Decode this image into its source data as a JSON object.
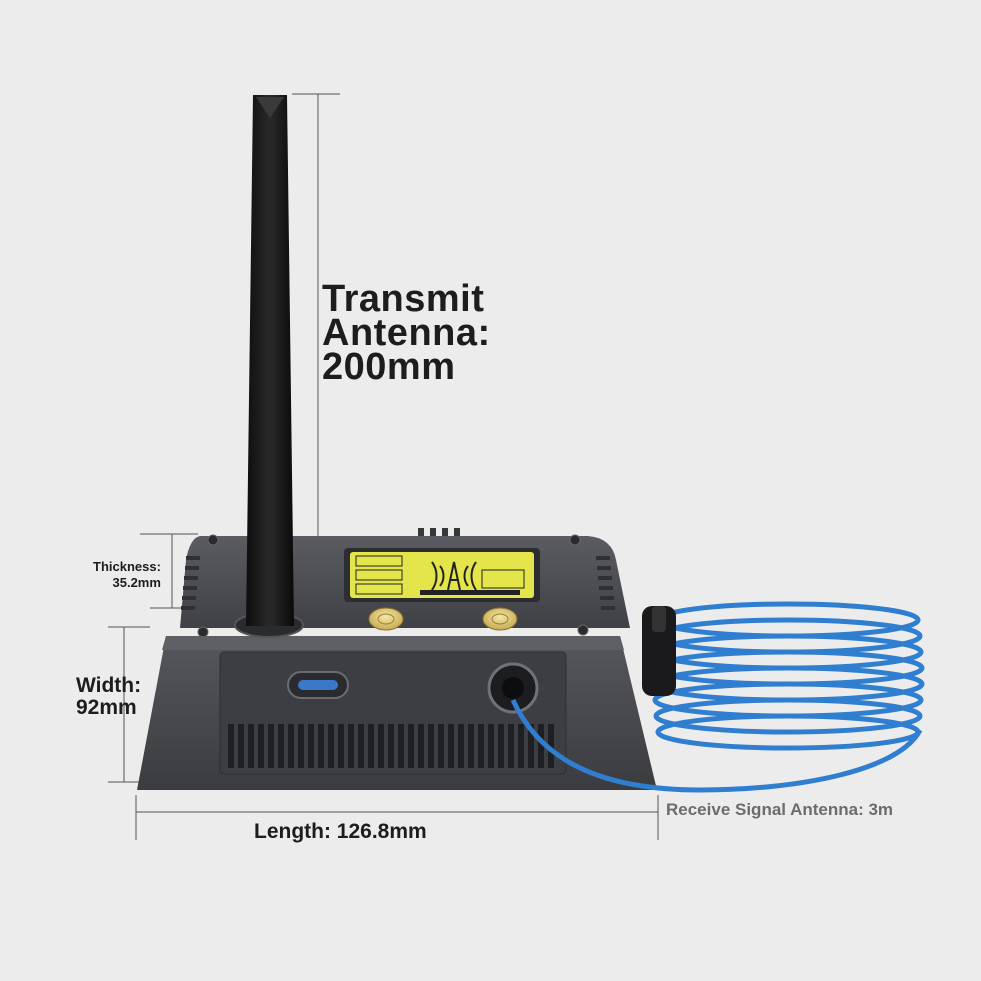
{
  "labels": {
    "transmit_line1": "Transmit",
    "transmit_line2": "Antenna:",
    "transmit_line3": "200mm",
    "thickness_line1": "Thickness:",
    "thickness_line2": "35.2mm",
    "width_line1": "Width:",
    "width_line2": "92mm",
    "length": "Length: 126.8mm",
    "receive": "Receive Signal Antenna: 3m"
  },
  "colors": {
    "background": "#ececec",
    "device_body": "#4a4c51",
    "screen_yellow": "#e3e54a",
    "cable_blue": "#2f7ed0",
    "antenna_black": "#151515"
  },
  "icons": [
    "signal-tower-icon",
    "power-button-icon",
    "usb-port-icon"
  ]
}
